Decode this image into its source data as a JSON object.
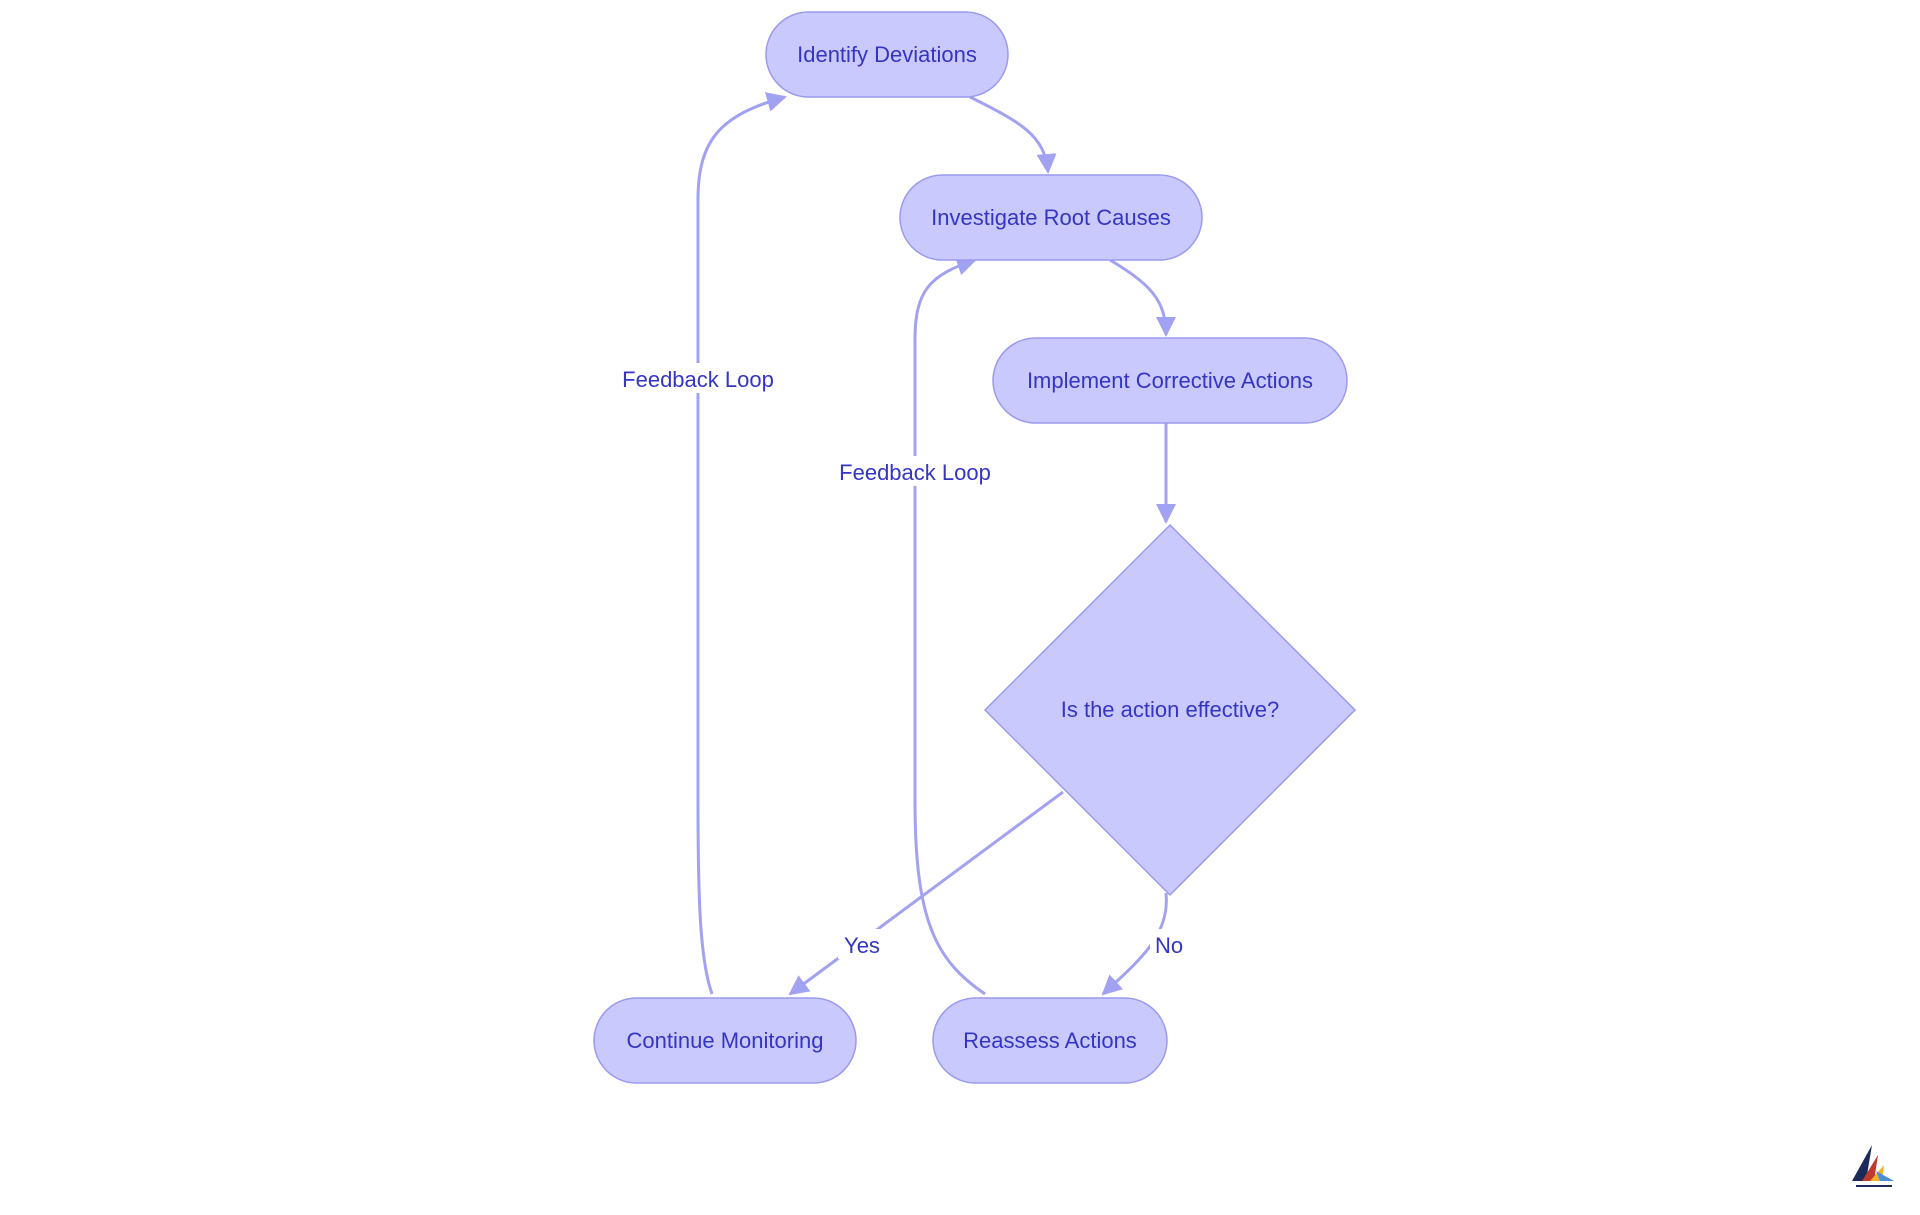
{
  "nodes": {
    "identify": "Identify Deviations",
    "investigate": "Investigate Root Causes",
    "implement": "Implement Corrective Actions",
    "decision": "Is the action effective?",
    "continue": "Continue Monitoring",
    "reassess": "Reassess Actions"
  },
  "edges": {
    "yes": "Yes",
    "no": "No",
    "feedback_left": "Feedback Loop",
    "feedback_mid": "Feedback Loop"
  },
  "colors": {
    "node_fill": "#c9c9fd",
    "node_stroke": "#9a9af0",
    "edge": "#a2a2f2",
    "text": "#3535c4"
  },
  "logo": {
    "icon": "company-logo-icon"
  }
}
